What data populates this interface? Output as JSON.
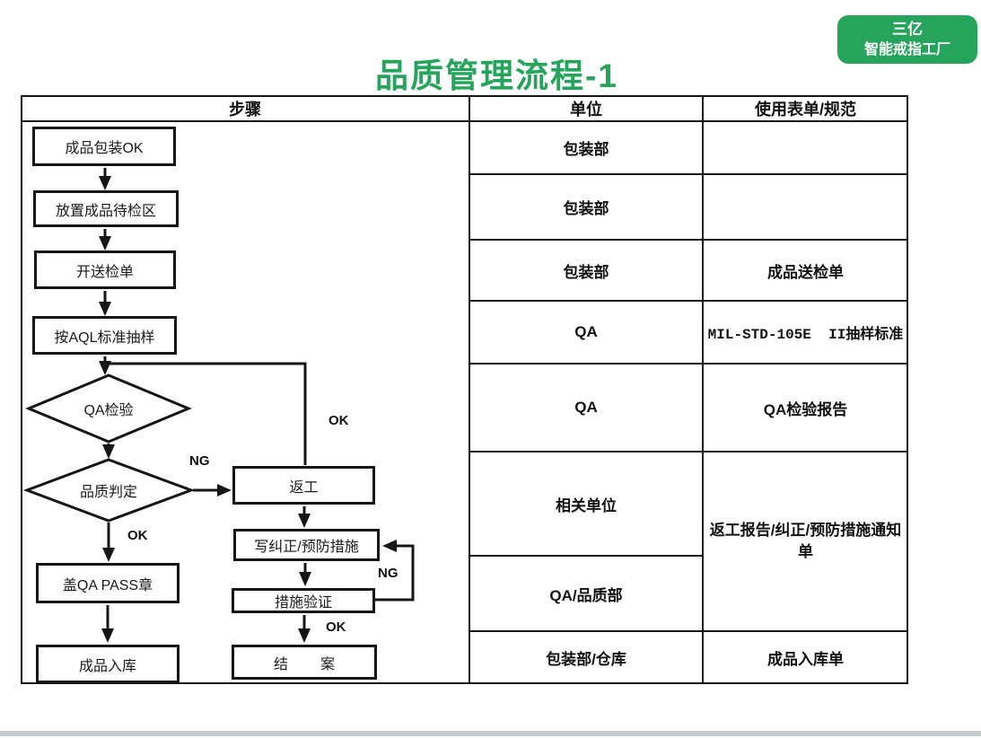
{
  "title": "品质管理流程-1",
  "badge": {
    "line1": "三亿",
    "line2": "智能戒指工厂"
  },
  "colors": {
    "accent_green": "#27a45b",
    "line_black": "#161616",
    "bottom_bar_grey": "#c8cbcd"
  },
  "table": {
    "col_headers": [
      "步骤",
      "单位",
      "使用表单/规范"
    ],
    "unit_column": [
      "包装部",
      "包装部",
      "包装部",
      "QA",
      "QA",
      "相关单位",
      "QA/品质部",
      "包装部/仓库"
    ],
    "form_column": {
      "row1": "",
      "row2": "",
      "row3": "成品送检单",
      "row4": "MIL-STD-105E  II抽样标准",
      "row5": "QA检验报告",
      "rows6_7_merged": "返工报告/纠正/预防措施通知单",
      "row8": "成品入库单"
    }
  },
  "flowchart": {
    "nodes": {
      "packed_ok": "成品包装OK",
      "staging_area": "放置成品待检区",
      "inspection_slip": "开送检单",
      "aql_sampling": "按AQL标准抽样",
      "qa_inspection": "QA检验",
      "quality_judgment": "品质判定",
      "qa_pass_stamp": "盖QA PASS章",
      "warehouse_in": "成品入库",
      "rework": "返工",
      "corrective_action": "写纠正/预防措施",
      "action_verification": "措施验证",
      "case_closed": "结　案"
    },
    "branch_labels": {
      "qa_ok": "OK",
      "judgment_ng": "NG",
      "judgment_ok": "OK",
      "verify_ng": "NG",
      "verify_ok": "OK"
    }
  }
}
